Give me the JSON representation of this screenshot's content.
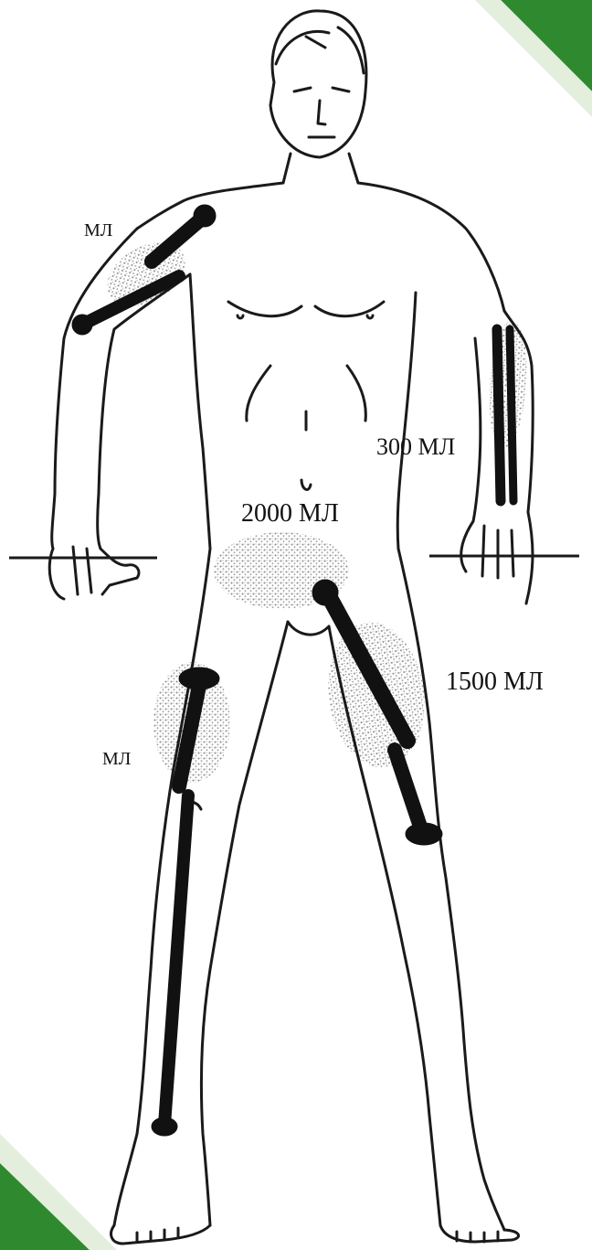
{
  "labels": {
    "shoulder": "МЛ",
    "forearm": "300 МЛ",
    "pelvis": "2000 МЛ",
    "thigh": "1500 МЛ",
    "shin": "МЛ"
  },
  "colors": {
    "corner_accent": "#2f8a2f",
    "corner_light": "#cfe6c4",
    "bone": "#111111",
    "outline": "#1a1a1a",
    "hematoma": "#9a9a9a"
  }
}
